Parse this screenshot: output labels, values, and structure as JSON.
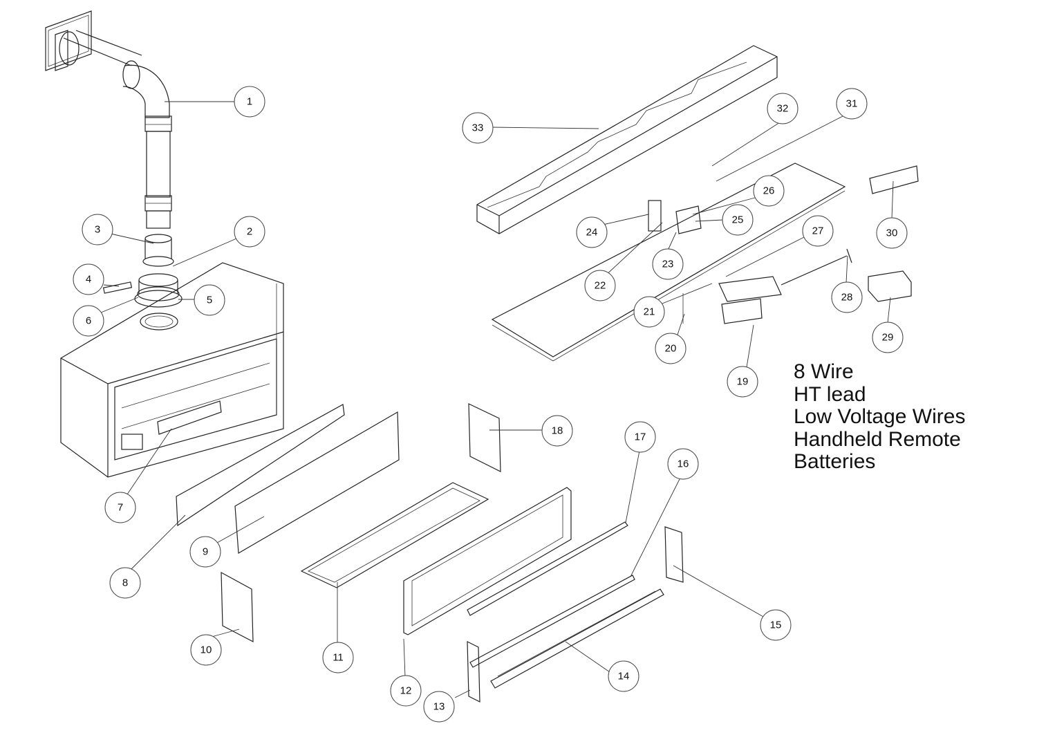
{
  "parts": [
    "1",
    "2",
    "3",
    "4",
    "5",
    "6",
    "7",
    "8",
    "9",
    "10",
    "11",
    "12",
    "13",
    "14",
    "15",
    "16",
    "17",
    "18",
    "19",
    "20",
    "21",
    "22",
    "23",
    "24",
    "25",
    "26",
    "27",
    "28",
    "29",
    "30",
    "31",
    "32",
    "33"
  ],
  "notes": [
    "8 Wire",
    "HT lead",
    "Low Voltage Wires",
    "Handheld Remote",
    "Batteries"
  ]
}
